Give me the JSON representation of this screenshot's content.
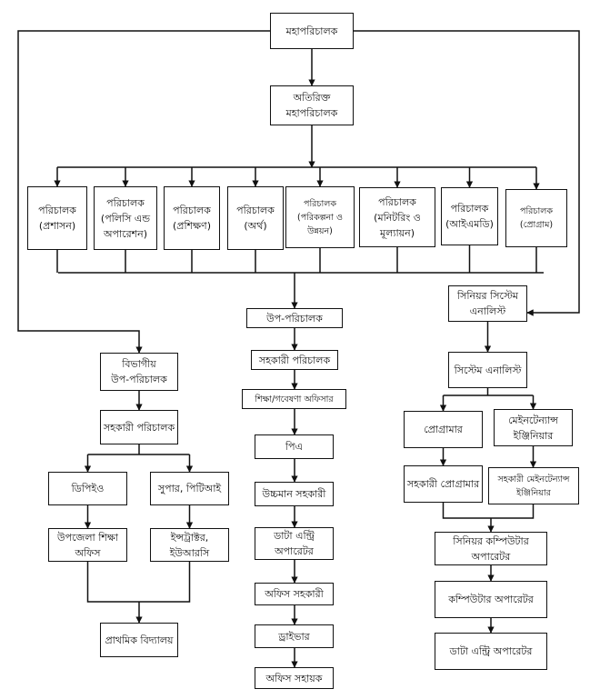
{
  "title": "Organizational hierarchy",
  "nodes": {
    "dg": {
      "lines": [
        "মহাপরিচালক"
      ]
    },
    "adg": {
      "lines": [
        "অতিরিক্ত",
        "মহাপরিচালক"
      ]
    },
    "dir_admin": {
      "lines": [
        "পরিচালক",
        "(প্রশাসন)"
      ]
    },
    "dir_policy": {
      "lines": [
        "পরিচালক",
        "(পলিসি এন্ড",
        "অপারেশন)"
      ]
    },
    "dir_training": {
      "lines": [
        "পরিচালক",
        "(প্রশিক্ষণ)"
      ]
    },
    "dir_finance": {
      "lines": [
        "পরিচালক",
        "(অর্থ)"
      ]
    },
    "dir_planning": {
      "lines": [
        "পরিচালক",
        "(পরিকল্পনা ও",
        "উন্নয়ন)"
      ]
    },
    "dir_monitoring": {
      "lines": [
        "পরিচালক",
        "(মনিটরিং ও",
        "মূল্যায়ন)"
      ]
    },
    "dir_imd": {
      "lines": [
        "পরিচালক",
        "(আইএমডি)"
      ]
    },
    "dir_program": {
      "lines": [
        "পরিচালক",
        "(প্রোগ্রাম)"
      ]
    },
    "deputy_director": {
      "lines": [
        "উপ-পরিচালক"
      ]
    },
    "asst_director_c": {
      "lines": [
        "সহকারী পরিচালক"
      ]
    },
    "edu_research_officer": {
      "lines": [
        "শিক্ষা/গবেষণা অফিসার"
      ]
    },
    "pa": {
      "lines": [
        "পিএ"
      ]
    },
    "upper_asst": {
      "lines": [
        "উচ্চমান সহকারী"
      ]
    },
    "data_entry_c": {
      "lines": [
        "ডাটা এন্ট্রি",
        "অপারেটর"
      ]
    },
    "office_asst": {
      "lines": [
        "অফিস সহকারী"
      ]
    },
    "driver": {
      "lines": [
        "ড্রাইভার"
      ]
    },
    "office_helper": {
      "lines": [
        "অফিস সহায়ক"
      ]
    },
    "div_deputy": {
      "lines": [
        "বিভাগীয়",
        "উপ-পরিচালক"
      ]
    },
    "asst_director_l": {
      "lines": [
        "সহকারী পরিচালক"
      ]
    },
    "dpeo": {
      "lines": [
        "ডিপিইও"
      ]
    },
    "super_pti": {
      "lines": [
        "সুপার, পিটিআই"
      ]
    },
    "upazila_edu": {
      "lines": [
        "উপজেলা শিক্ষা",
        "অফিস"
      ]
    },
    "instructor_urc": {
      "lines": [
        "ইন্সট্রাক্টর,",
        "ইউআরসি"
      ]
    },
    "primary_school": {
      "lines": [
        "প্রাথমিক বিদ্যালয়"
      ]
    },
    "senior_sys_analyst": {
      "lines": [
        "সিনিয়র সিস্টেম",
        "এনালিস্ট"
      ]
    },
    "sys_analyst": {
      "lines": [
        "সিস্টেম এনালিস্ট"
      ]
    },
    "programmer": {
      "lines": [
        "প্রোগ্রামার"
      ]
    },
    "maint_engineer": {
      "lines": [
        "মেইনটেন্যান্স",
        "ইঞ্জিনিয়ার"
      ]
    },
    "asst_programmer": {
      "lines": [
        "সহকারী প্রোগ্রামার"
      ]
    },
    "asst_maint_engineer": {
      "lines": [
        "সহকারী মেইনটেন্যান্স",
        "ইঞ্জিনিয়ার"
      ]
    },
    "senior_comp_operator": {
      "lines": [
        "সিনিয়র কম্পিউটার",
        "অপারেটর"
      ]
    },
    "comp_operator": {
      "lines": [
        "কম্পিউটার অপারেটর"
      ]
    },
    "data_entry_r": {
      "lines": [
        "ডাটা এন্ট্রি অপারেটর"
      ]
    }
  },
  "edges": [
    [
      "dg",
      "adg"
    ],
    [
      "adg",
      "dir_admin"
    ],
    [
      "adg",
      "dir_policy"
    ],
    [
      "adg",
      "dir_training"
    ],
    [
      "adg",
      "dir_finance"
    ],
    [
      "adg",
      "dir_planning"
    ],
    [
      "adg",
      "dir_monitoring"
    ],
    [
      "adg",
      "dir_imd"
    ],
    [
      "adg",
      "dir_program"
    ],
    [
      "directors",
      "deputy_director"
    ],
    [
      "deputy_director",
      "asst_director_c"
    ],
    [
      "asst_director_c",
      "edu_research_officer"
    ],
    [
      "edu_research_officer",
      "pa"
    ],
    [
      "pa",
      "upper_asst"
    ],
    [
      "upper_asst",
      "data_entry_c"
    ],
    [
      "data_entry_c",
      "office_asst"
    ],
    [
      "office_asst",
      "driver"
    ],
    [
      "driver",
      "office_helper"
    ],
    [
      "dg",
      "div_deputy"
    ],
    [
      "div_deputy",
      "asst_director_l"
    ],
    [
      "asst_director_l",
      "dpeo"
    ],
    [
      "asst_director_l",
      "super_pti"
    ],
    [
      "dpeo",
      "upazila_edu"
    ],
    [
      "super_pti",
      "instructor_urc"
    ],
    [
      "upazila_edu",
      "primary_school"
    ],
    [
      "instructor_urc",
      "primary_school"
    ],
    [
      "dg",
      "senior_sys_analyst"
    ],
    [
      "senior_sys_analyst",
      "sys_analyst"
    ],
    [
      "sys_analyst",
      "programmer"
    ],
    [
      "sys_analyst",
      "maint_engineer"
    ],
    [
      "programmer",
      "asst_programmer"
    ],
    [
      "maint_engineer",
      "asst_maint_engineer"
    ],
    [
      "asst_programmer",
      "senior_comp_operator"
    ],
    [
      "asst_maint_engineer",
      "senior_comp_operator"
    ],
    [
      "senior_comp_operator",
      "comp_operator"
    ],
    [
      "comp_operator",
      "data_entry_r"
    ]
  ]
}
